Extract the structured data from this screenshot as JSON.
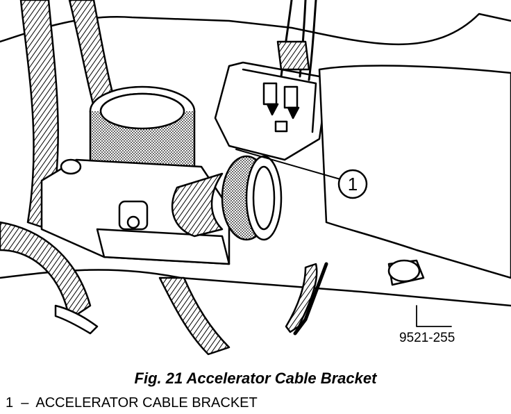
{
  "figure": {
    "drawing_number": "9521-255",
    "caption": "Fig. 21 Accelerator Cable Bracket",
    "callouts": [
      {
        "number": "1",
        "target": "accelerator-cable-bracket"
      }
    ]
  },
  "legend": {
    "items": [
      {
        "number": "1",
        "separator": "–",
        "label": "ACCELERATOR CABLE BRACKET"
      }
    ]
  }
}
